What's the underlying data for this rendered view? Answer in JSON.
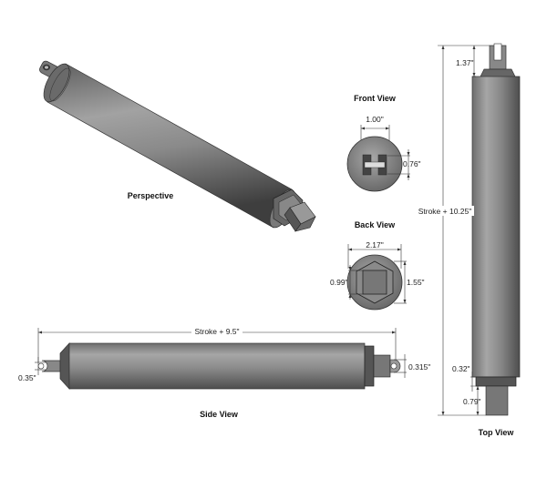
{
  "views": {
    "perspective": "Perspective",
    "front": "Front View",
    "back": "Back View",
    "side": "Side View",
    "top": "Top View"
  },
  "dimensions": {
    "front_width": "1.00\"",
    "front_height": "0.76\"",
    "back_width": "2.17\"",
    "back_left": "0.99\"",
    "back_right": "1.55\"",
    "side_length": "Stroke + 9.5\"",
    "side_left": "0.35\"",
    "side_right": "0.315\"",
    "top_length": "Stroke + 10.25\"",
    "top_clevis": "1.37\"",
    "top_collar": "0.32\"",
    "top_shaft": "0.79\""
  },
  "colors": {
    "body": "#8c8c8c",
    "shadow": "#4a4a4a",
    "highlight": "#b8b8b8"
  }
}
